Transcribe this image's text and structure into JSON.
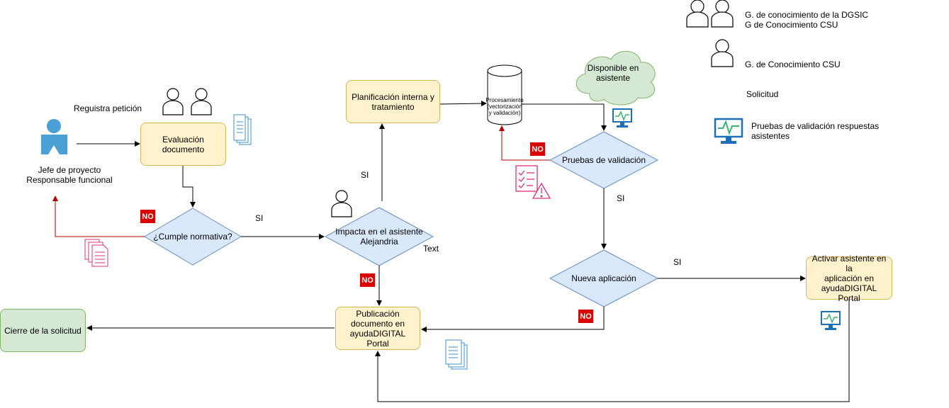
{
  "colors": {
    "yellow_fill": "#fff2cc",
    "yellow_stroke": "#d6b656",
    "blue_fill": "#dae8fc",
    "blue_stroke": "#6c8ebf",
    "green_fill": "#d5e8d4",
    "green_stroke": "#82b366",
    "red_arrow": "#b20000",
    "no_badge": "#d90000",
    "doc_icon_blue": "#3d8fd1",
    "doc_icon_pink": "#e0307a",
    "person_icon": "#4a9fd4"
  },
  "legend": {
    "group_dgsic_label": "G. de conocimiento de la DGSIC\nG de Conocimiento CSU",
    "group_csu_label": "G. de Conocimiento CSU",
    "solicitud_label": "Solicitud",
    "pruebas_label": "Pruebas de validación respuestas\nasistentes"
  },
  "nodes": {
    "jefe_label": "Jefe de proyecto\nResponsable funcional",
    "registra_label": "Reguistra petición",
    "evaluacion": "Evaluación\ndocumento",
    "cumple": "¿Cumple normativa?",
    "impacta": "Impacta en el asistente\nAlejandria",
    "planificacion": "Planificación interna y\ntratamiento",
    "procesamiento": "Procesamiento\n(vectorización\ny validación)",
    "disponible": "Disponible en\nasistente",
    "pruebas": "Pruebas de validación",
    "nueva": "Nueva aplicación",
    "activar": "Activar asistente en la\naplicación en\nayudaDIGITAL Portal",
    "publicacion": "Publicación\ndocumento en\nayudaDIGITAL Portal",
    "cierre": "Cierre de la solicitud"
  },
  "edge_labels": {
    "si_cumple": "SI",
    "si_impacta": "SI",
    "si_pruebas": "SI",
    "si_nueva": "SI",
    "text_label": "Text",
    "no": "NO"
  }
}
